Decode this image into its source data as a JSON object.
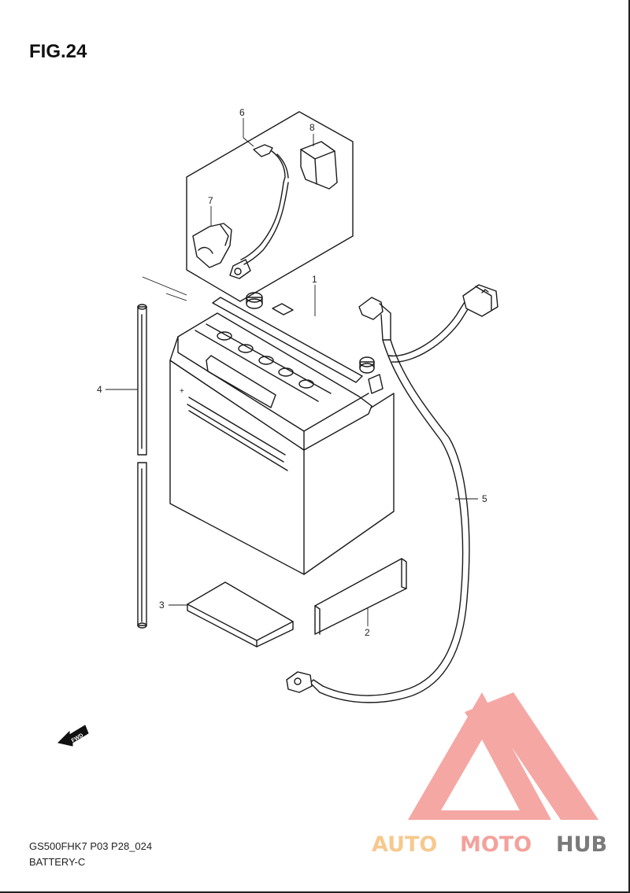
{
  "figure": {
    "title": "FIG.24"
  },
  "callouts": [
    {
      "id": "1",
      "text": "1"
    },
    {
      "id": "2",
      "text": "2"
    },
    {
      "id": "3",
      "text": "3"
    },
    {
      "id": "4",
      "text": "4"
    },
    {
      "id": "5",
      "text": "5"
    },
    {
      "id": "6",
      "text": "6"
    },
    {
      "id": "7",
      "text": "7"
    },
    {
      "id": "8",
      "text": "8"
    }
  ],
  "fwd_arrow": {
    "text": "FWD"
  },
  "footer": {
    "model_code": "GS500FHK7 P03 P28_024",
    "section": "BATTERY-C"
  },
  "watermark": {
    "brand_part1": "AUTO",
    "brand_part2": "MOTO",
    "brand_part3": "HUB",
    "colors": {
      "auto": "#f6c98e",
      "moto": "#f4a19c",
      "hub": "#7a7a7a",
      "logo": "#f5a3a0"
    }
  }
}
